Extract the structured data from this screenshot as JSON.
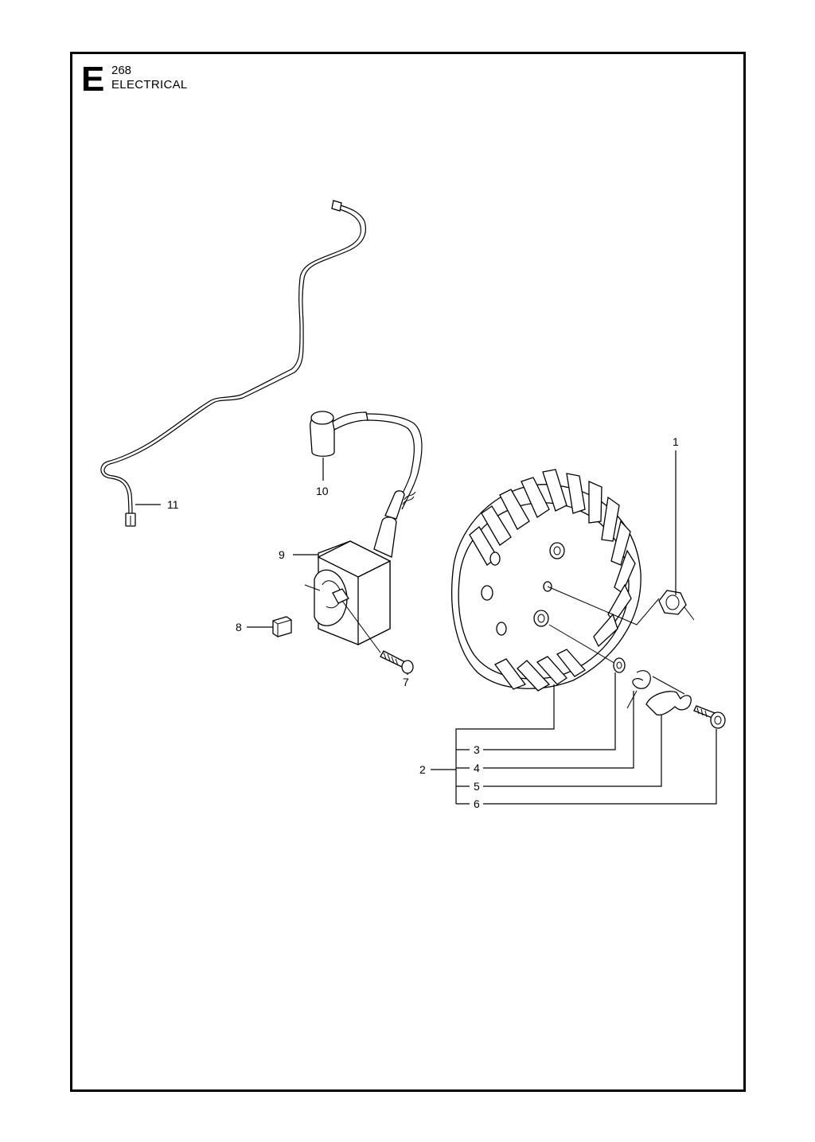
{
  "header": {
    "section_letter": "E",
    "model_number": "268",
    "section_title": "ELECTRICAL"
  },
  "callouts": {
    "c1": "1",
    "c2": "2",
    "c3": "3",
    "c4": "4",
    "c5": "5",
    "c6": "6",
    "c7": "7",
    "c8": "8",
    "c9": "9",
    "c10": "10",
    "c11": "11"
  }
}
